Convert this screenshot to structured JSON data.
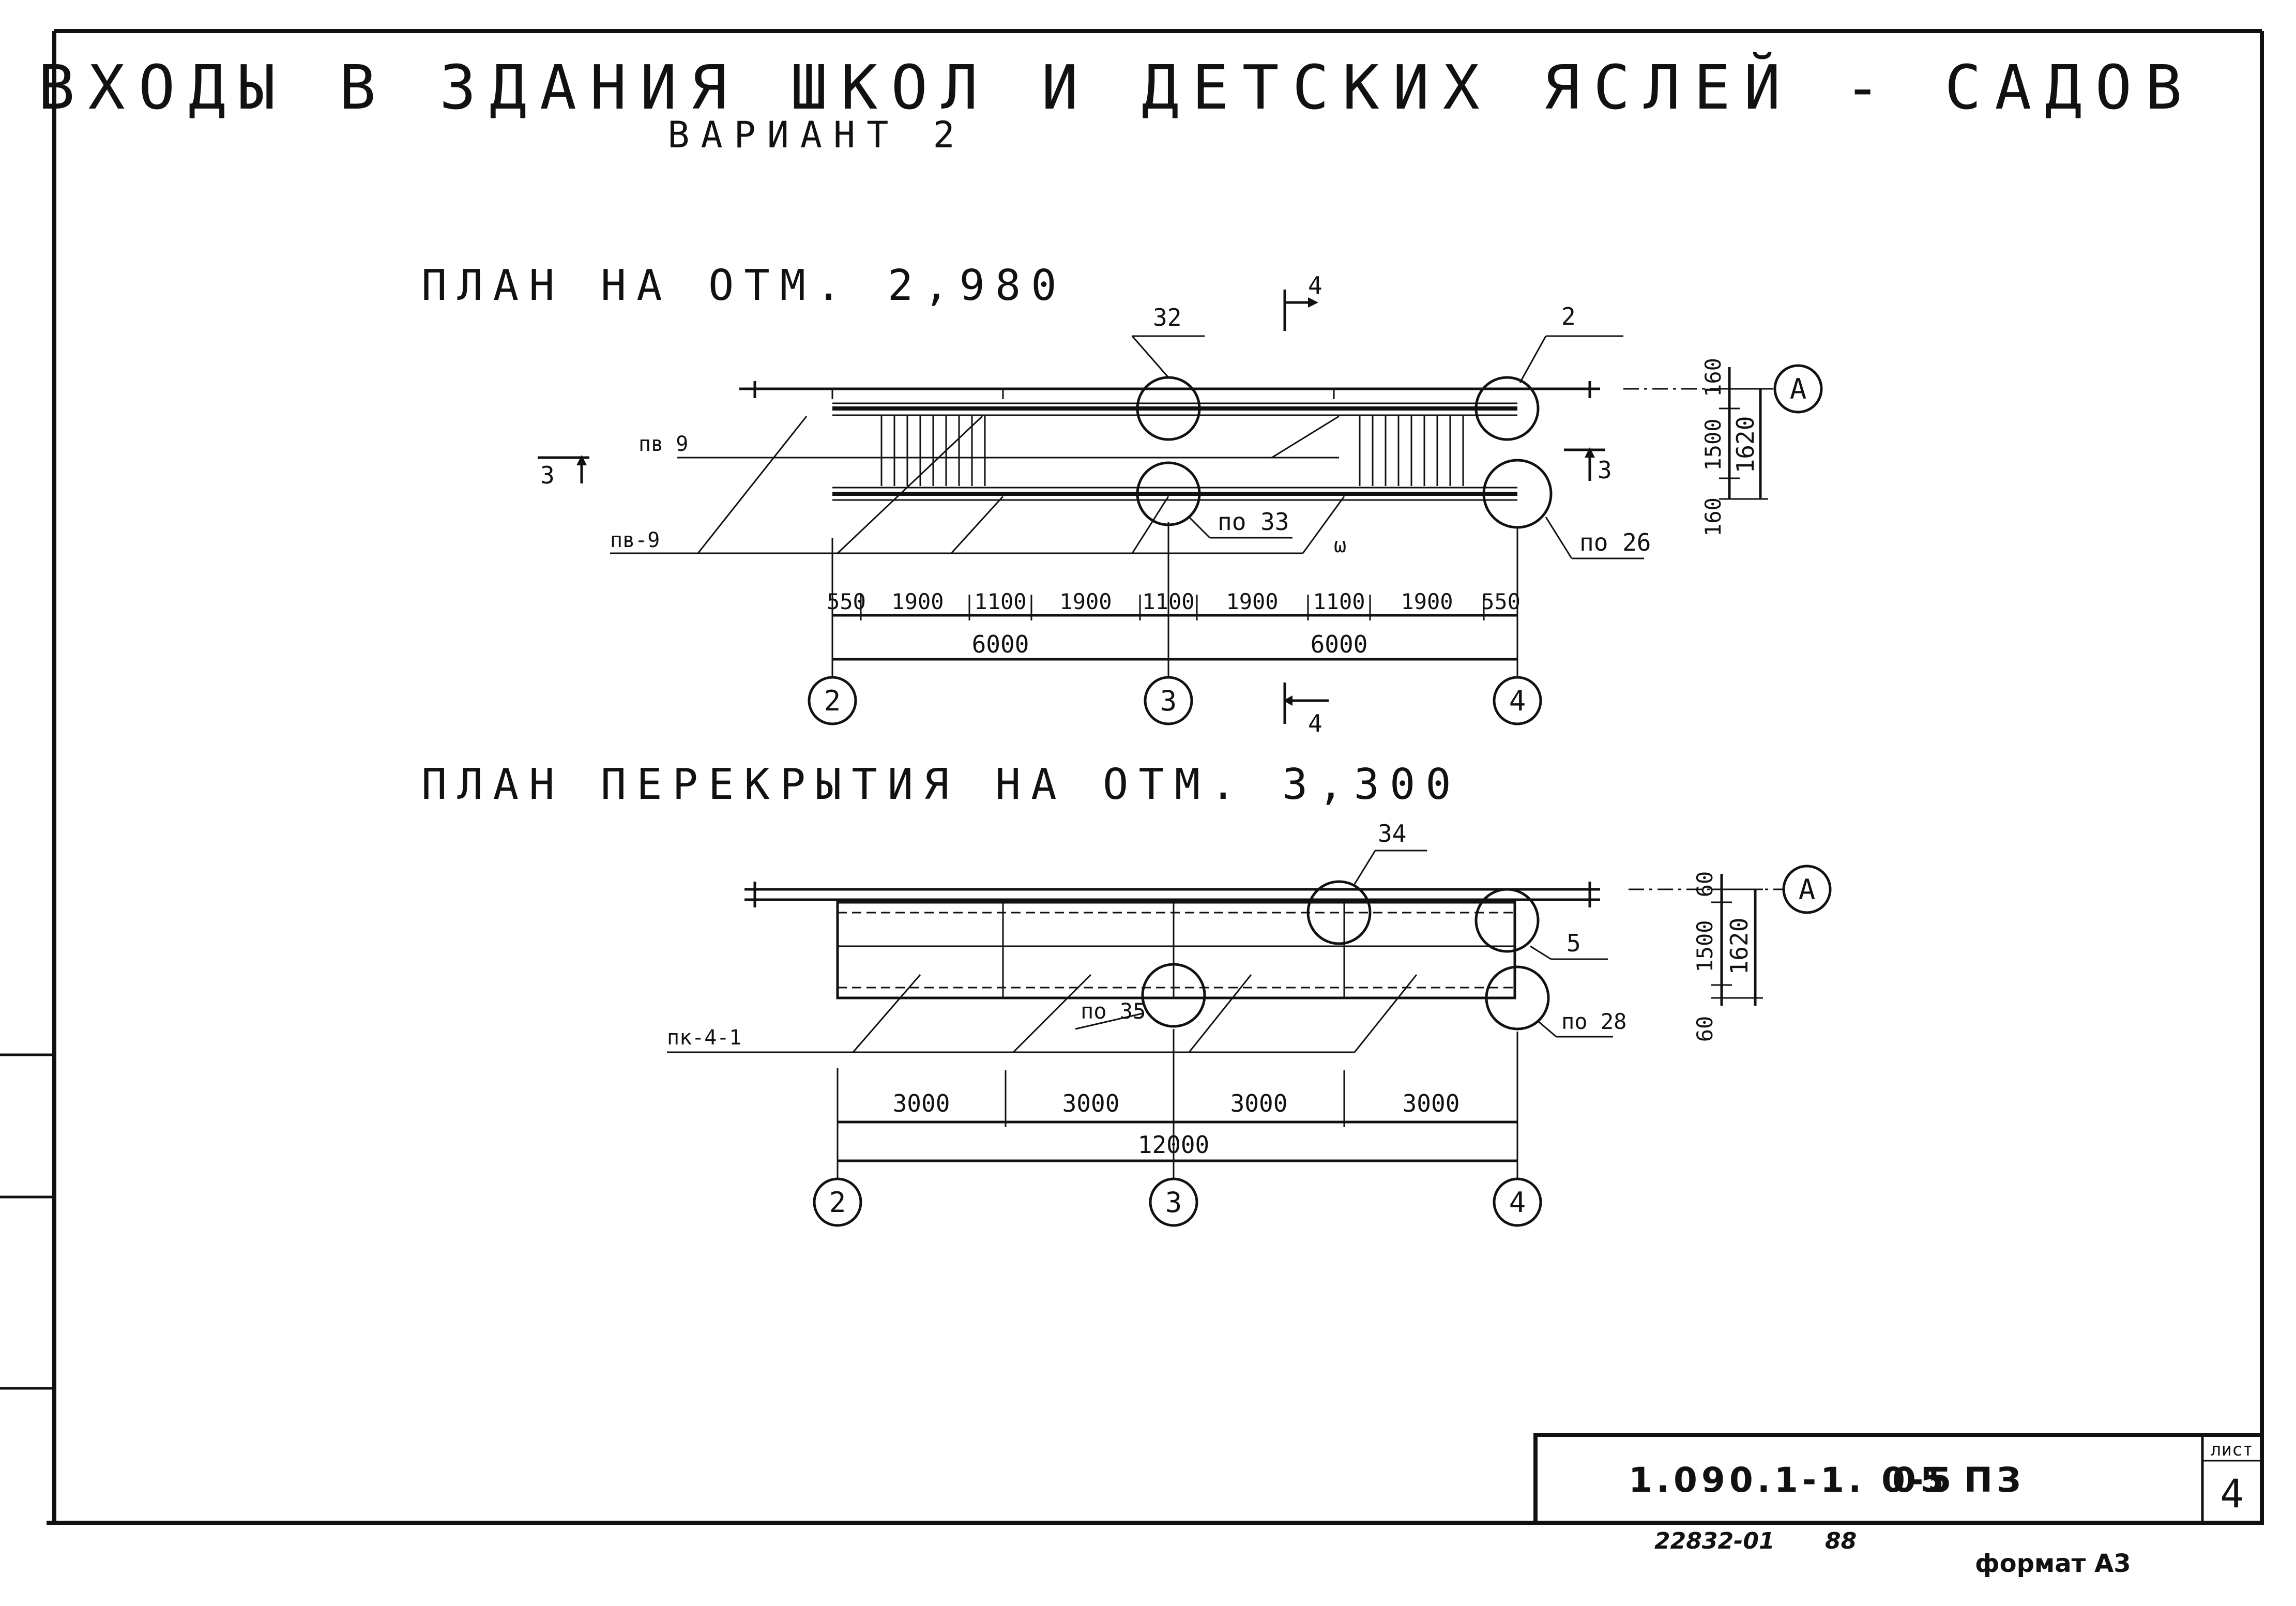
{
  "header": {
    "title": "ВХОДЫ В ЗДАНИЯ ШКОЛ И ДЕТСКИХ ЯСЛЕЙ - САДОВ",
    "subtitle": "ВАРИАНТ 2"
  },
  "plan1": {
    "title": "ПЛАН НА ОТМ. 2,980",
    "section_mark_top": "4",
    "section_mark_bottom": "4",
    "section_mark_left": "3",
    "section_mark_right": "3",
    "callouts": {
      "node_32": "32",
      "node_2": "2",
      "node_33": "по 33",
      "node_26": "по 26"
    },
    "labels": {
      "pb9_upper": "пв 9",
      "pb9_lower": "пв-9",
      "small_mark": "ω"
    },
    "dims_bottom": [
      "550",
      "1900",
      "1100",
      "1900",
      "1100",
      "1900",
      "1100",
      "1900",
      "550"
    ],
    "dims_total": [
      "6000",
      "6000"
    ],
    "dims_right": [
      "160",
      "1500",
      "160",
      "1620"
    ],
    "axes": [
      "2",
      "3",
      "4"
    ],
    "axis_row": "А"
  },
  "plan2": {
    "title": "ПЛАН ПЕРЕКРЫТИЯ НА ОТМ. 3,300",
    "callouts": {
      "node_34": "34",
      "node_5": "5",
      "node_35": "по 35",
      "node_28": "по 28"
    },
    "labels": {
      "slab": "пк-4-1"
    },
    "dims_bottom": [
      "3000",
      "3000",
      "3000",
      "3000"
    ],
    "dims_total": [
      "12000"
    ],
    "dims_right": [
      "60",
      "1500",
      "60",
      "1620"
    ],
    "axes": [
      "2",
      "3",
      "4"
    ],
    "axis_row": "А"
  },
  "stamp": {
    "code": "1.090.1-1. 0-5",
    "part": "05 ПЗ",
    "sheet_label": "лист",
    "sheet_number": "4"
  },
  "footer": {
    "inventory": "22832-01",
    "year": "88",
    "format": "формат А3"
  }
}
